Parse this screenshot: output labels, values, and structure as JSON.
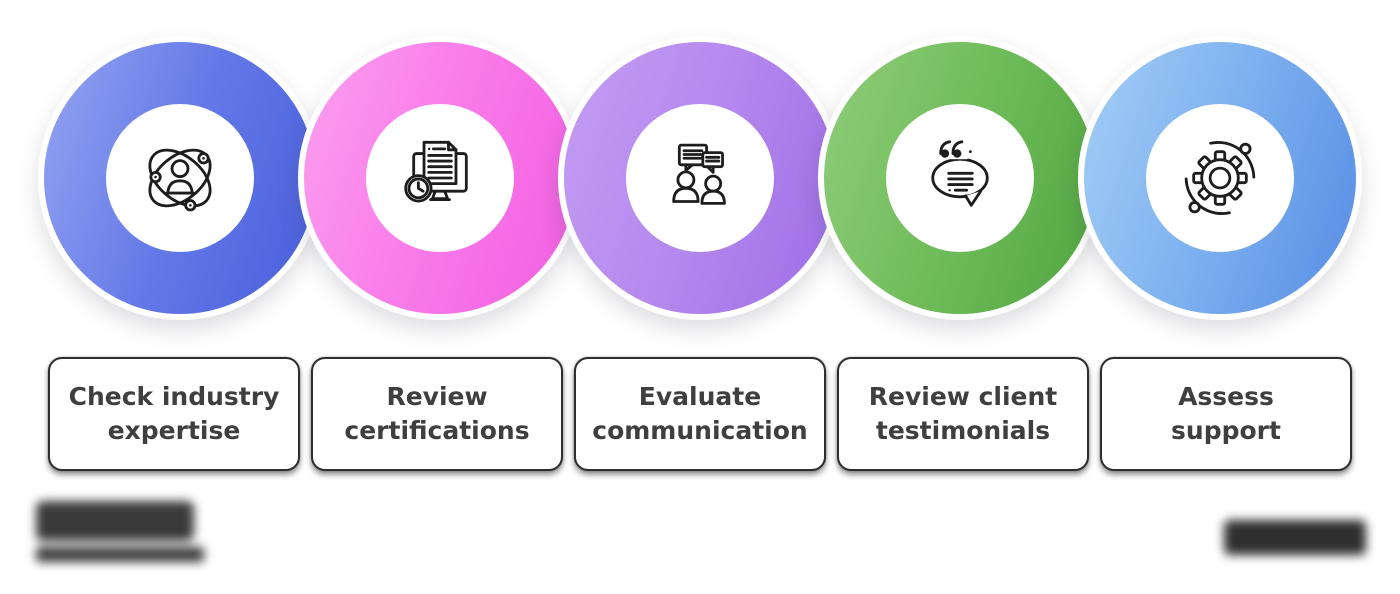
{
  "theme": {
    "bg": "#ffffff",
    "icon-stroke": "#1d1d1d",
    "box_border": "#2e2e2e",
    "label_text": "#3f3f3f"
  },
  "steps": [
    {
      "lines": [
        "Check industry",
        "expertise"
      ],
      "icon": "expert-person-orbit-icon",
      "colors": {
        "c1": "#8f9ff1",
        "c2": "#6479e7",
        "c3": "#4a60dd"
      }
    },
    {
      "lines": [
        "Review",
        "certifications"
      ],
      "icon": "certificate-monitor-clock-icon",
      "colors": {
        "c1": "#fb9bef",
        "c2": "#f97ae9",
        "c3": "#f160e2"
      }
    },
    {
      "lines": [
        "Evaluate",
        "communication"
      ],
      "icon": "people-chat-icon",
      "colors": {
        "c1": "#c29af2",
        "c2": "#b488ee",
        "c3": "#9f6fe6"
      }
    },
    {
      "lines": [
        "Review client",
        "testimonials"
      ],
      "icon": "testimonial-quote-bubble-icon",
      "colors": {
        "c1": "#8ccb77",
        "c2": "#6fbc5a",
        "c3": "#53a742"
      }
    },
    {
      "lines": [
        "Assess",
        "support"
      ],
      "icon": "gear-orbit-icon",
      "colors": {
        "c1": "#9fcaf5",
        "c2": "#7cb0ef",
        "c3": "#5a8fe5"
      }
    }
  ],
  "footer": {
    "left_redaction": "blurred-logo-text-with-underline-bar",
    "right_redaction": "blurred-watermark-text",
    "colors": {
      "blur-left": "#3a3a3a",
      "blur-right": "#2f2f2f"
    }
  }
}
